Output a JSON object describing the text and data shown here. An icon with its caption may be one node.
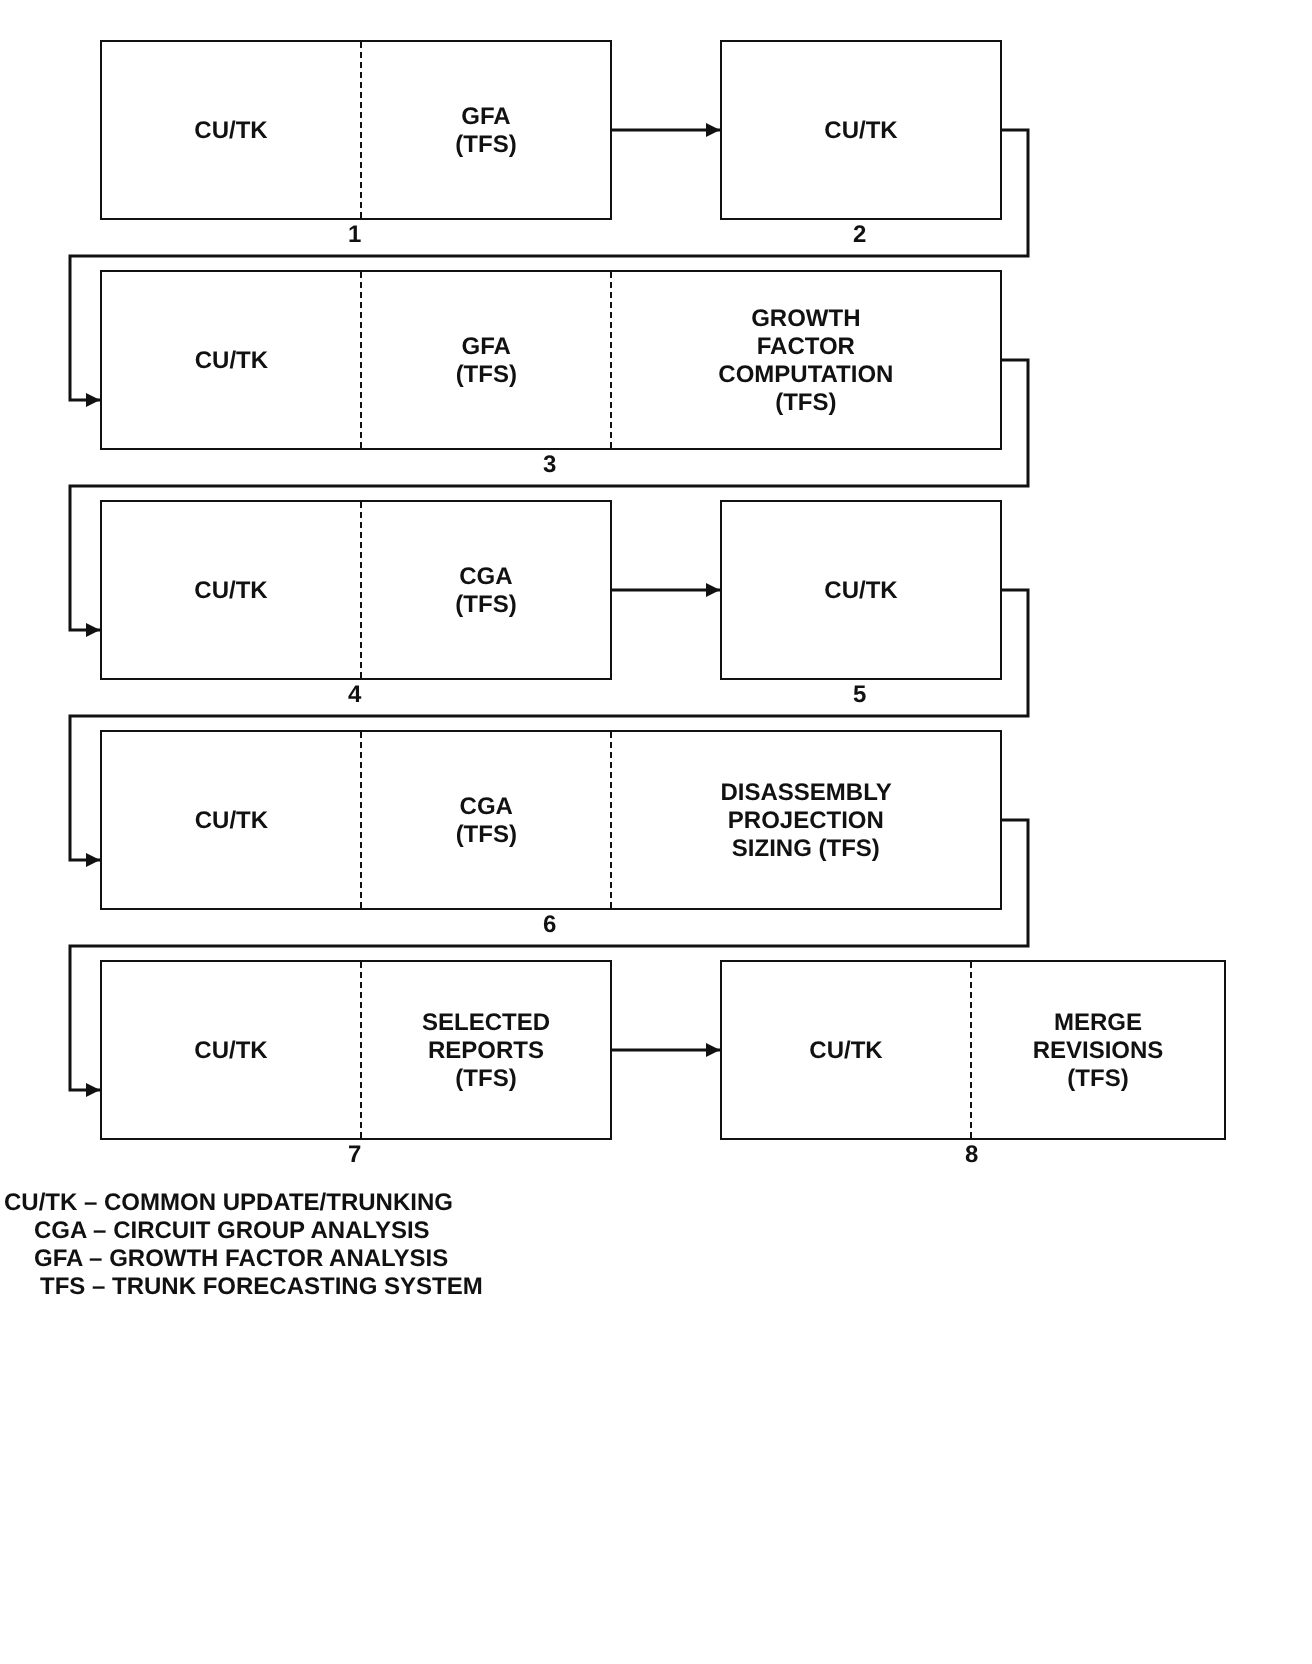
{
  "diagram": {
    "nodes": [
      {
        "text": [],
        "shape": "box",
        "beside": [
          "1"
        ]
      },
      {
        "text": [
          "CU/TK"
        ],
        "in": 0
      },
      {
        "text": [
          "GFA (TFS)"
        ],
        "in": 0
      },
      {
        "text": [
          "CU/TK"
        ],
        "beside": [
          "2"
        ]
      },
      {
        "text": [],
        "shape": "box",
        "beside": [
          "3"
        ]
      },
      {
        "text": [
          "CU/TK"
        ],
        "in": 4
      },
      {
        "text": [
          "GFA (TFS)"
        ],
        "in": 4
      },
      {
        "text": [
          "GROWTH FACTOR COMPUTATION (TFS)"
        ],
        "in": 4
      },
      {
        "text": [],
        "shape": "box",
        "beside": [
          "4"
        ]
      },
      {
        "text": [
          "CU/TK"
        ],
        "in": 8
      },
      {
        "text": [
          "CGA (TFS)"
        ],
        "in": 8
      },
      {
        "text": [
          "CU/TK"
        ],
        "beside": [
          "5"
        ]
      },
      {
        "text": [],
        "shape": "box",
        "beside": [
          "6"
        ]
      },
      {
        "text": [
          "CU/TK"
        ],
        "in": 12
      },
      {
        "text": [
          "CGA (TFS)"
        ],
        "in": 12
      },
      {
        "text": [
          "DISASSEMBLY PROJECTION SIZING (TFS)"
        ],
        "in": 12
      },
      {
        "text": [],
        "shape": "box",
        "beside": [
          "7"
        ]
      },
      {
        "text": [
          "CU/TK"
        ],
        "in": 16
      },
      {
        "text": [
          "SELECTED REPORTS (TFS)"
        ],
        "in": 16
      },
      {
        "text": [],
        "shape": "box",
        "beside": [
          "8"
        ]
      },
      {
        "text": [
          "CU/TK"
        ],
        "in": 19
      },
      {
        "text": [
          "MERGE REVISIONS (TFS)"
        ],
        "in": 19
      }
    ],
    "edges": [
      {
        "from": 0,
        "to": 3,
        "arrow": "to"
      },
      {
        "from": 3,
        "to": 4,
        "arrow": "to"
      },
      {
        "from": 4,
        "to": 8,
        "arrow": "to"
      },
      {
        "from": 8,
        "to": 11,
        "arrow": "to"
      },
      {
        "from": 11,
        "to": 12,
        "arrow": "to"
      },
      {
        "from": 12,
        "to": 16,
        "arrow": "to"
      },
      {
        "from": 16,
        "to": 19,
        "arrow": "to"
      }
    ],
    "labels": [
      "CU/TK – COMMON UPDATE/TRUNKING",
      "CGA – CIRCUIT GROUP ANALYSIS",
      "GFA – GROWTH FACTOR ANALYSIS",
      "TFS – TRUNK FORECASTING SYSTEM"
    ]
  }
}
